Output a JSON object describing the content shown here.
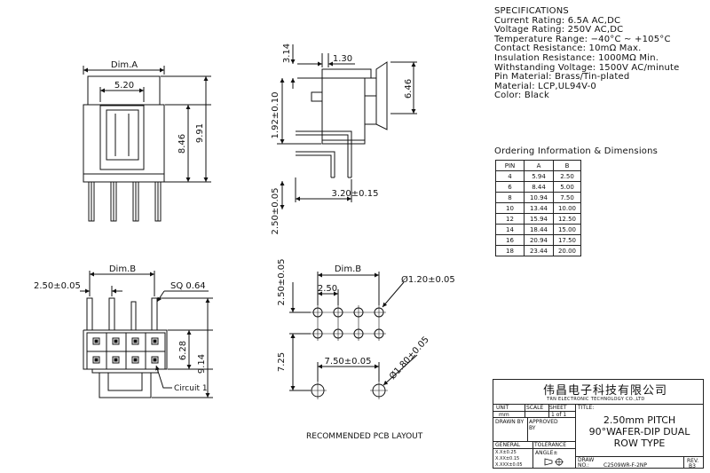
{
  "specifications": {
    "heading": "SPECIFICATIONS",
    "lines": [
      "Current Rating: 6.5A AC,DC",
      "Voltage Rating: 250V AC,DC",
      "Temperature Range: −40°C ~ +105°C",
      "Contact Resistance: 10mΩ Max.",
      "Insulation Resistance: 1000MΩ Min.",
      "Withstanding Voltage: 1500V AC/minute",
      "Pin Material: Brass/Tin-plated",
      "Material: LCP,UL94V-0",
      "Color: Black"
    ]
  },
  "ordering": {
    "title": "Ordering Information & Dimensions",
    "headers": [
      "PIN",
      "A",
      "B"
    ],
    "rows": [
      [
        "4",
        "5.94",
        "2.50"
      ],
      [
        "6",
        "8.44",
        "5.00"
      ],
      [
        "8",
        "10.94",
        "7.50"
      ],
      [
        "10",
        "13.44",
        "10.00"
      ],
      [
        "12",
        "15.94",
        "12.50"
      ],
      [
        "14",
        "18.44",
        "15.00"
      ],
      [
        "16",
        "20.94",
        "17.50"
      ],
      [
        "18",
        "23.44",
        "20.00"
      ]
    ]
  },
  "front_view": {
    "dim_a": "Dim.A",
    "w_520": "5.20",
    "h_846": "8.46",
    "h_991": "9.91"
  },
  "side_view": {
    "d_314": "3.14",
    "d_130": "1.30",
    "d_646": "6.46",
    "d_192": "1.92±0.10",
    "d_320": "3.20±0.15",
    "d_250": "2.50±0.05"
  },
  "top_view": {
    "dim_b": "Dim.B",
    "pitch": "2.50±0.05",
    "sq": "SQ 0.64",
    "h_628": "6.28",
    "h_914": "9.14",
    "circuit": "Circuit 1"
  },
  "pcb_layout": {
    "v_250": "2.50±0.05",
    "dim_b": "Dim.B",
    "h_250": "2.50",
    "hole_small": "Ø1.20±0.05",
    "v_725": "7.25",
    "h_750": "7.50±0.05",
    "hole_large": "Ø1.80±0.05",
    "caption": "RECOMMENDED PCB LAYOUT"
  },
  "title_block": {
    "company_cn": "伟昌电子科技有限公司",
    "company_en": "TRN ELECTRONIC TECHNOLOGY CO.,LTD",
    "unit_label": "UNIT",
    "scale_label": "SCALE",
    "sheet_label": "SHEET",
    "title_label": "TITLE:",
    "unit_value": "mm",
    "sheet_value": "1 of 1",
    "drawn_by": "DRAWN BY",
    "approved_by": "APPROVED BY",
    "general": "GENERAL",
    "tolerance": "TOLERANCE",
    "tol_1": "X.X±0.25",
    "tol_2": "X.XX±0.15",
    "tol_3": "X.XXX±0.05",
    "angle": "ANGLE±",
    "title_line1": "2.50mm PITCH",
    "title_line2": "90°WAFER-DIP DUAL",
    "title_line3": "ROW TYPE",
    "draw_no_label": "DRAW NO.:",
    "draw_no": "C2509WR-F-2NP",
    "rev_label": "REV.",
    "rev_value": "B3"
  }
}
